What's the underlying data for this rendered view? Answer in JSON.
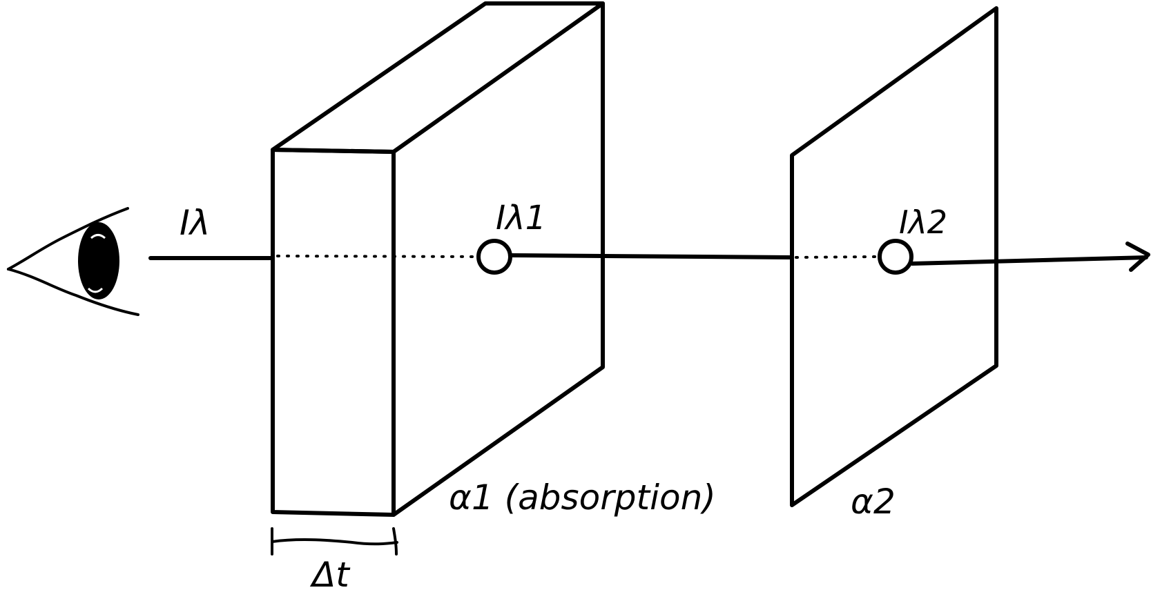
{
  "labels": {
    "intensity_in": "Iλ",
    "intensity_1": "Iλ1",
    "intensity_2": "Iλ2",
    "alpha_1": "α1 (absorption)",
    "alpha_2": "α2",
    "thickness": "Δt"
  },
  "colors": {
    "ink": "#000000",
    "background": "#ffffff"
  }
}
